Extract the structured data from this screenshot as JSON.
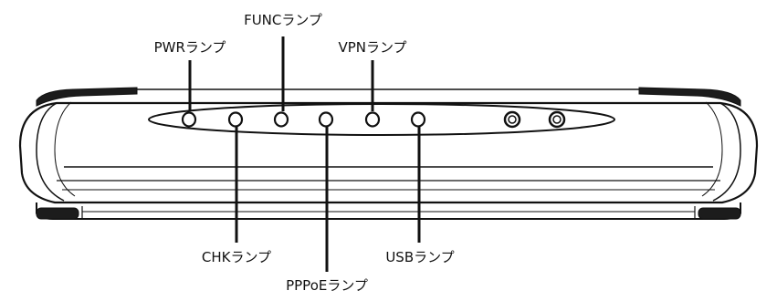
{
  "labels": {
    "pwr": "PWRランプ",
    "func": "FUNCランプ",
    "vpn": "VPNランプ",
    "chk": "CHKランプ",
    "pppoe": "PPPoEランプ",
    "usb": "USBランプ"
  }
}
